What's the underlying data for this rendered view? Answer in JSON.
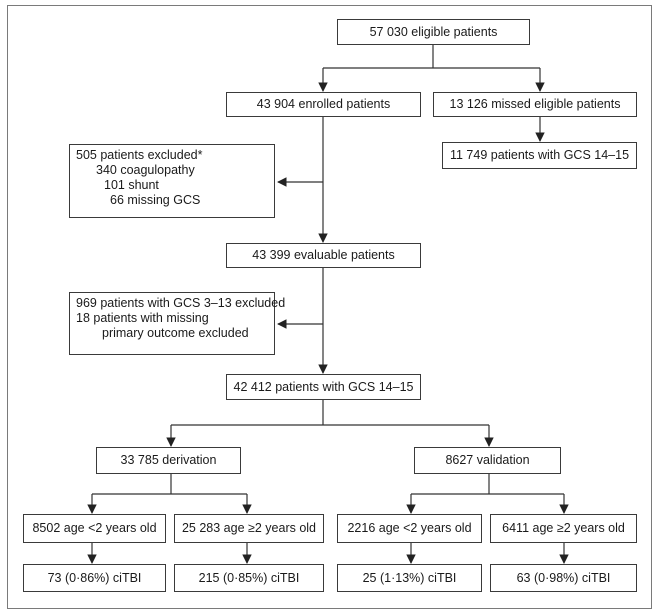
{
  "flow": {
    "eligible": "57 030 eligible patients",
    "enrolled": "43 904 enrolled patients",
    "missed": "13 126 missed eligible patients",
    "missed_gcs": "11 749 patients with GCS 14–15",
    "excluded": {
      "title": "505 patients excluded*",
      "items": [
        "340 coagulopathy",
        "101 shunt",
        "66 missing GCS"
      ]
    },
    "evaluable": "43 399 evaluable patients",
    "gcs_excluded": {
      "lines": [
        "969 patients with GCS 3–13 excluded",
        "18 patients with missing",
        "primary outcome excluded"
      ]
    },
    "gcs_1415": "42 412 patients with GCS 14–15",
    "derivation": "33 785 derivation",
    "validation": "8627 validation",
    "d_under2": "8502 age <2 years old",
    "d_over2": "25 283 age ≥2 years old",
    "v_under2": "2216 age <2 years old",
    "v_over2": "6411 age ≥2 years old",
    "d_under2_out": "73 (0·86%) ciTBI",
    "d_over2_out": "215 (0·85%) ciTBI",
    "v_under2_out": "25 (1·13%) ciTBI",
    "v_over2_out": "63 (0·98%) ciTBI"
  }
}
